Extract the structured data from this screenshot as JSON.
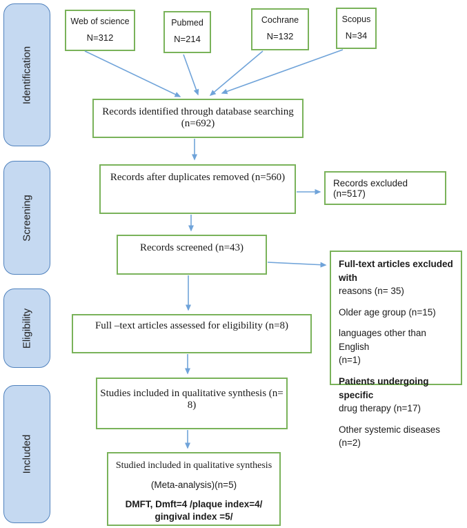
{
  "colors": {
    "green_border": "#79b259",
    "arrow_blue": "#6fa3d9",
    "sidebar_fill": "#c5d9f1",
    "sidebar_border": "#4f81bd"
  },
  "sidebar": {
    "items": [
      {
        "label": "Identification"
      },
      {
        "label": "Screening"
      },
      {
        "label": "Eligibility"
      },
      {
        "label": "Included"
      }
    ]
  },
  "sources": [
    {
      "name": "Web of science",
      "count": "N=312"
    },
    {
      "name": "Pubmed",
      "count": "N=214"
    },
    {
      "name": "Cochrane",
      "count": "N=132"
    },
    {
      "name": "Scopus",
      "count": "N=34"
    }
  ],
  "flow": {
    "identified_line1": "Records identified through database searching",
    "identified_line2": "(n=692)",
    "duplicates_removed": "Records after duplicates removed (n=560)",
    "records_excluded": "Records excluded (n=517)",
    "records_screened": "Records screened (n=43)",
    "fulltext_assessed": "Full –text articles assessed for eligibility (n=8)",
    "qualitative_synthesis": "Studies included in qualitative synthesis (n= 8)",
    "meta_line1": "Studied included in qualitative synthesis",
    "meta_line2": "(Meta-analysis)(n=5)",
    "meta_line3": "DMFT, Dmft=4 /plaque index=4/ gingival index =5/"
  },
  "exclusions": [
    {
      "lines": [
        {
          "t": "Full-text articles excluded with",
          "b": true
        },
        {
          "t": "reasons (n= 35)",
          "b": false
        }
      ]
    },
    {
      "lines": [
        {
          "t": "Older age group (n=15)",
          "b": false
        }
      ]
    },
    {
      "lines": [
        {
          "t": "languages other than English",
          "b": false
        },
        {
          "t": "(n=1)",
          "b": false
        }
      ]
    },
    {
      "lines": [
        {
          "t": "Patients undergoing specific",
          "b": true
        },
        {
          "t": "drug therapy (n=17)",
          "b": false
        }
      ]
    },
    {
      "lines": [
        {
          "t": "Other systemic diseases (n=2)",
          "b": false
        }
      ]
    }
  ]
}
